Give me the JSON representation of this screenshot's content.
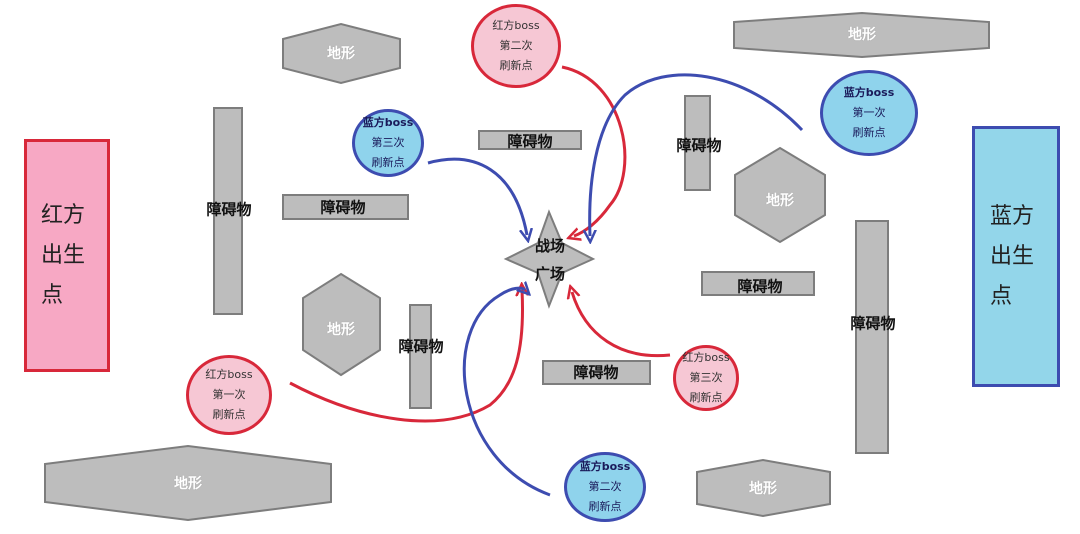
{
  "spawns": {
    "red": [
      "红方",
      "出生",
      "点"
    ],
    "blue": [
      "蓝方",
      "出生",
      "点"
    ]
  },
  "terrain_label": "地形",
  "obstacle_label": "障碍物",
  "plaza": [
    "战场",
    "广场"
  ],
  "bosses": {
    "red_1": [
      "红方boss",
      "第一次",
      "刷新点"
    ],
    "red_2": [
      "红方boss",
      "第二次",
      "刷新点"
    ],
    "red_3": [
      "红方boss",
      "第三次",
      "刷新点"
    ],
    "blue_1": [
      "蓝方boss",
      "第一次",
      "刷新点"
    ],
    "blue_2": [
      "蓝方boss",
      "第二次",
      "刷新点"
    ],
    "blue_3": [
      "蓝方boss",
      "第三次",
      "刷新点"
    ]
  },
  "colors": {
    "red_team": "#d8283a",
    "blue_team": "#3d4cb0",
    "red_fill": "#f6c7d4",
    "blue_fill": "#8fd3ec",
    "terrain_fill": "#bdbdbd",
    "terrain_stroke": "#7d7d7d"
  }
}
